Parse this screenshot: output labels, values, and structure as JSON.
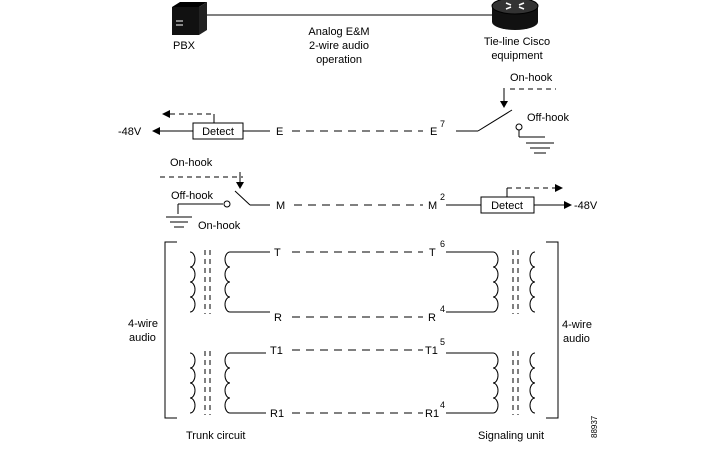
{
  "labels": {
    "pbx": "PBX",
    "center_line1": "Analog E&M",
    "center_line2": "2-wire audio",
    "center_line3": "operation",
    "tieline_line1": "Tie-line Cisco",
    "tieline_line2": "equipment",
    "on_hook": "On-hook",
    "off_hook": "Off-hook",
    "minus_48v": "-48V",
    "detect": "Detect",
    "four_wire_line1": "4-wire",
    "four_wire_line2": "audio",
    "trunk_circuit": "Trunk circuit",
    "signaling_unit": "Signaling unit",
    "figure_id": "88937"
  },
  "leads": {
    "e": "E",
    "m": "M",
    "t": "T",
    "r": "R",
    "t1": "T1",
    "r1": "R1"
  },
  "pins": {
    "e": "7",
    "m": "2",
    "t": "6",
    "r": "4",
    "t1": "5",
    "r1": "4"
  },
  "icons": {
    "pbx": "pbx-icon",
    "router": "router-icon"
  }
}
